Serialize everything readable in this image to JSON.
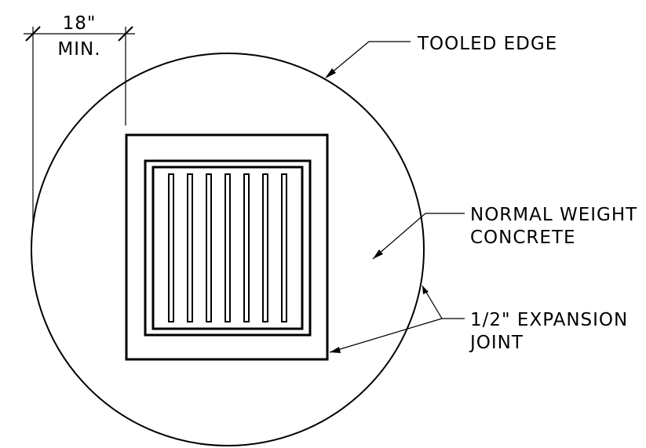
{
  "dimension": {
    "value": "18\"",
    "qualifier": "MIN."
  },
  "callouts": {
    "tooled_edge": "TOOLED EDGE",
    "concrete_line1": "NORMAL WEIGHT",
    "concrete_line2": "CONCRETE",
    "joint_line1": "1/2\" EXPANSION",
    "joint_line2": "JOINT"
  }
}
